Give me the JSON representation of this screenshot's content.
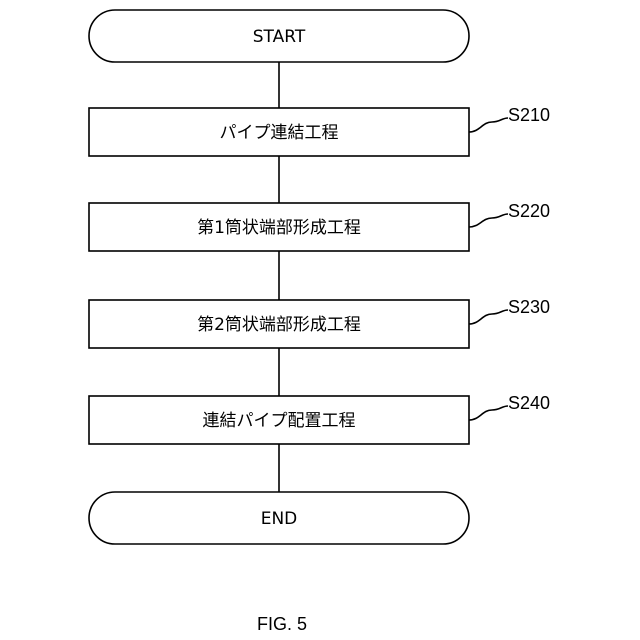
{
  "flowchart": {
    "start": {
      "label": "START"
    },
    "steps": [
      {
        "id": "S210",
        "label": "パイプ連結工程"
      },
      {
        "id": "S220",
        "label": "第1筒状端部形成工程"
      },
      {
        "id": "S230",
        "label": "第2筒状端部形成工程"
      },
      {
        "id": "S240",
        "label": "連結パイプ配置工程"
      }
    ],
    "end": {
      "label": "END"
    }
  },
  "figure": {
    "caption": "FIG. 5"
  }
}
